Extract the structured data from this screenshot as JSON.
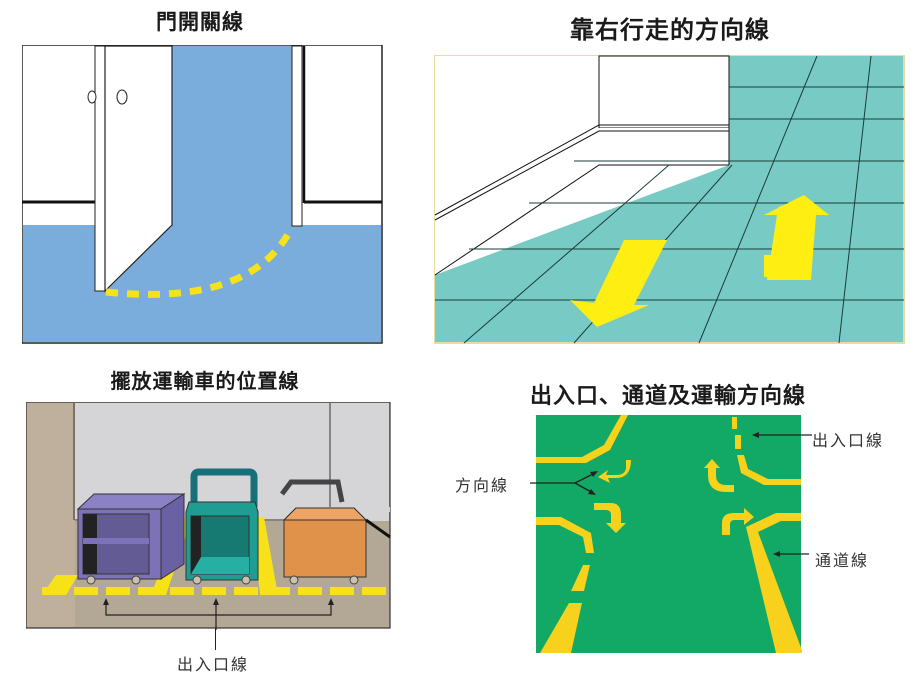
{
  "panels": [
    {
      "id": "door",
      "title": "門開關線",
      "colors": {
        "floor": "#7aacdc",
        "wall": "#ffffff",
        "line": "#f5e21b"
      }
    },
    {
      "id": "keep-right",
      "title": "靠右行走的方向線",
      "colors": {
        "floor": "#78cbc4",
        "wall": "#ffffff",
        "arrow": "#ffee11"
      }
    },
    {
      "id": "cart-parking",
      "title": "擺放運輸車的位置線",
      "labels": {
        "entrance_line": "出入口線"
      },
      "colors": {
        "wall_side": "#bfb09e",
        "wall_back": "#d5d5d7",
        "floor": "#b3a796",
        "line": "#f7e21a",
        "cart1": "#7d72b8",
        "cart2": "#1e9e92",
        "cart3": "#e0914a"
      }
    },
    {
      "id": "aisle",
      "title": "出入口、通道及運輸方向線",
      "labels": {
        "entrance_line": "出入口線",
        "direction_line": "方向線",
        "aisle_line": "通道線"
      },
      "colors": {
        "floor": "#12a865",
        "line": "#f7d11b"
      }
    }
  ]
}
